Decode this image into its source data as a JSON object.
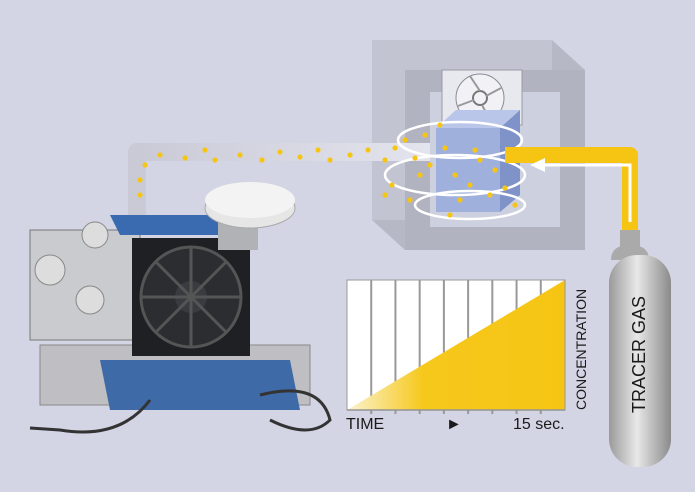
{
  "colors": {
    "background": "#d3d4e4",
    "tracer": "#f6c514",
    "enclosure": "#b9bac6",
    "cube": "#9fb0dc"
  },
  "chart_data": {
    "type": "area",
    "title": "",
    "xlabel": "TIME",
    "ylabel": "CONCENTRATION",
    "x_end_label": "15 sec.",
    "x_arrow": "►",
    "x": [
      0,
      15
    ],
    "y": [
      0,
      1
    ],
    "xlim": [
      0,
      15
    ],
    "ylim": [
      0,
      1
    ],
    "grid": true,
    "grid_columns": 9
  },
  "cylinder": {
    "label": "TRACER GAS"
  }
}
